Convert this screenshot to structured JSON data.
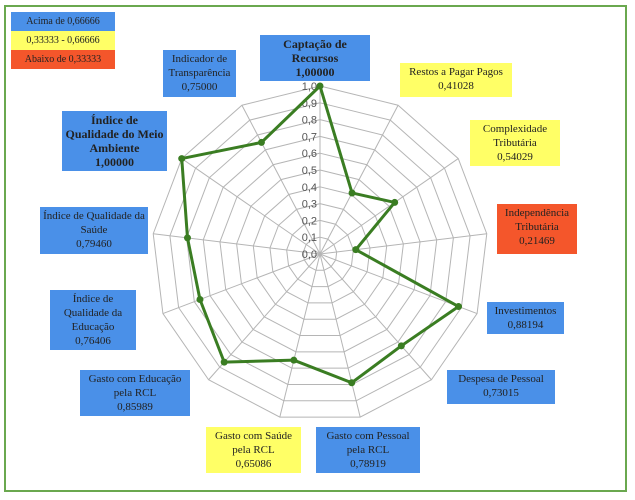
{
  "legend": [
    {
      "label": "Acima de 0,66666",
      "color": "#4a90e8"
    },
    {
      "label": "0,33333 - 0,66666",
      "color": "#ffff66"
    },
    {
      "label": "Abaixo de 0,33333",
      "color": "#f4562b"
    }
  ],
  "chart_data": {
    "type": "radar",
    "title": "",
    "range": [
      0,
      1
    ],
    "ticks": [
      "0,0",
      "0,1",
      "0,2",
      "0,3",
      "0,4",
      "0,5",
      "0,6",
      "0,7",
      "0,8",
      "0,9",
      "1,0"
    ],
    "series_color": "#3a7d22",
    "categories": [
      {
        "name": "Captação de Recursos",
        "value_label": "1,00000",
        "value": 1.0,
        "class": "blue bold"
      },
      {
        "name": "Restos a Pagar Pagos",
        "value_label": "0,41028",
        "value": 0.41028,
        "class": "yellow"
      },
      {
        "name": "Complexidade Tributária",
        "value_label": "0,54029",
        "value": 0.54029,
        "class": "yellow"
      },
      {
        "name": "Independência Tributária",
        "value_label": "0,21469",
        "value": 0.21469,
        "class": "red"
      },
      {
        "name": "Investimentos",
        "value_label": "0,88194",
        "value": 0.88194,
        "class": "blue"
      },
      {
        "name": "Despesa de Pessoal",
        "value_label": "0,73015",
        "value": 0.73015,
        "class": "blue"
      },
      {
        "name": "Gasto com Pessoal pela RCL",
        "value_label": "0,78919",
        "value": 0.78919,
        "class": "blue"
      },
      {
        "name": "Gasto com Saúde pela RCL",
        "value_label": "0,65086",
        "value": 0.65086,
        "class": "yellow"
      },
      {
        "name": "Gasto com Educação pela RCL",
        "value_label": "0,85989",
        "value": 0.85989,
        "class": "blue"
      },
      {
        "name": "Índice de Qualidade da Educação",
        "value_label": "0,76406",
        "value": 0.76406,
        "class": "blue"
      },
      {
        "name": "Índice de Qualidade da Saúde",
        "value_label": "0,79460",
        "value": 0.7946,
        "class": "blue"
      },
      {
        "name": "Índice de Qualidade do Meio Ambiente",
        "value_label": "1,00000",
        "value": 1.0,
        "class": "blue bold"
      },
      {
        "name": "Indicador de Transparência",
        "value_label": "0,75000",
        "value": 0.75,
        "class": "blue"
      }
    ]
  }
}
